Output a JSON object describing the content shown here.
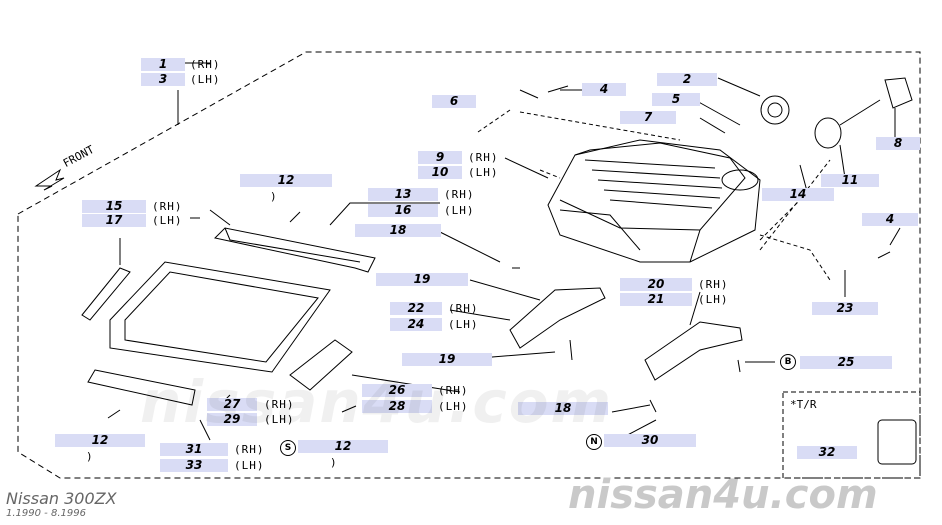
{
  "title": {
    "model": "Nissan 300ZX",
    "years": "1.1990 - 8.1996"
  },
  "watermark": {
    "bottom_right": "nissan4u.com",
    "center": "nissan4u.com"
  },
  "front_label": "FRONT",
  "tr_box": "*T/R",
  "codes": {
    "rh": "(RH)",
    "lh": "(LH)",
    "b": "B",
    "s": "S",
    "n": "N"
  },
  "parts": {
    "p1": "1",
    "p3": "3",
    "p2": "2",
    "p4a": "4",
    "p4b": "4",
    "p5": "5",
    "p6": "6",
    "p7": "7",
    "p8": "8",
    "p9": "9",
    "p10": "10",
    "p11": "11",
    "p12a": "12",
    "p12b": "12",
    "p12c": "12",
    "p13": "13",
    "p16": "16",
    "p14": "14",
    "p15": "15",
    "p17": "17",
    "p18a": "18",
    "p18b": "18",
    "p19a": "19",
    "p19b": "19",
    "p20": "20",
    "p21": "21",
    "p22": "22",
    "p24": "24",
    "p23": "23",
    "p25": "25",
    "p26": "26",
    "p28": "28",
    "p27": "27",
    "p29": "29",
    "p30": "30",
    "p31": "31",
    "p33": "33",
    "p32": "32"
  }
}
